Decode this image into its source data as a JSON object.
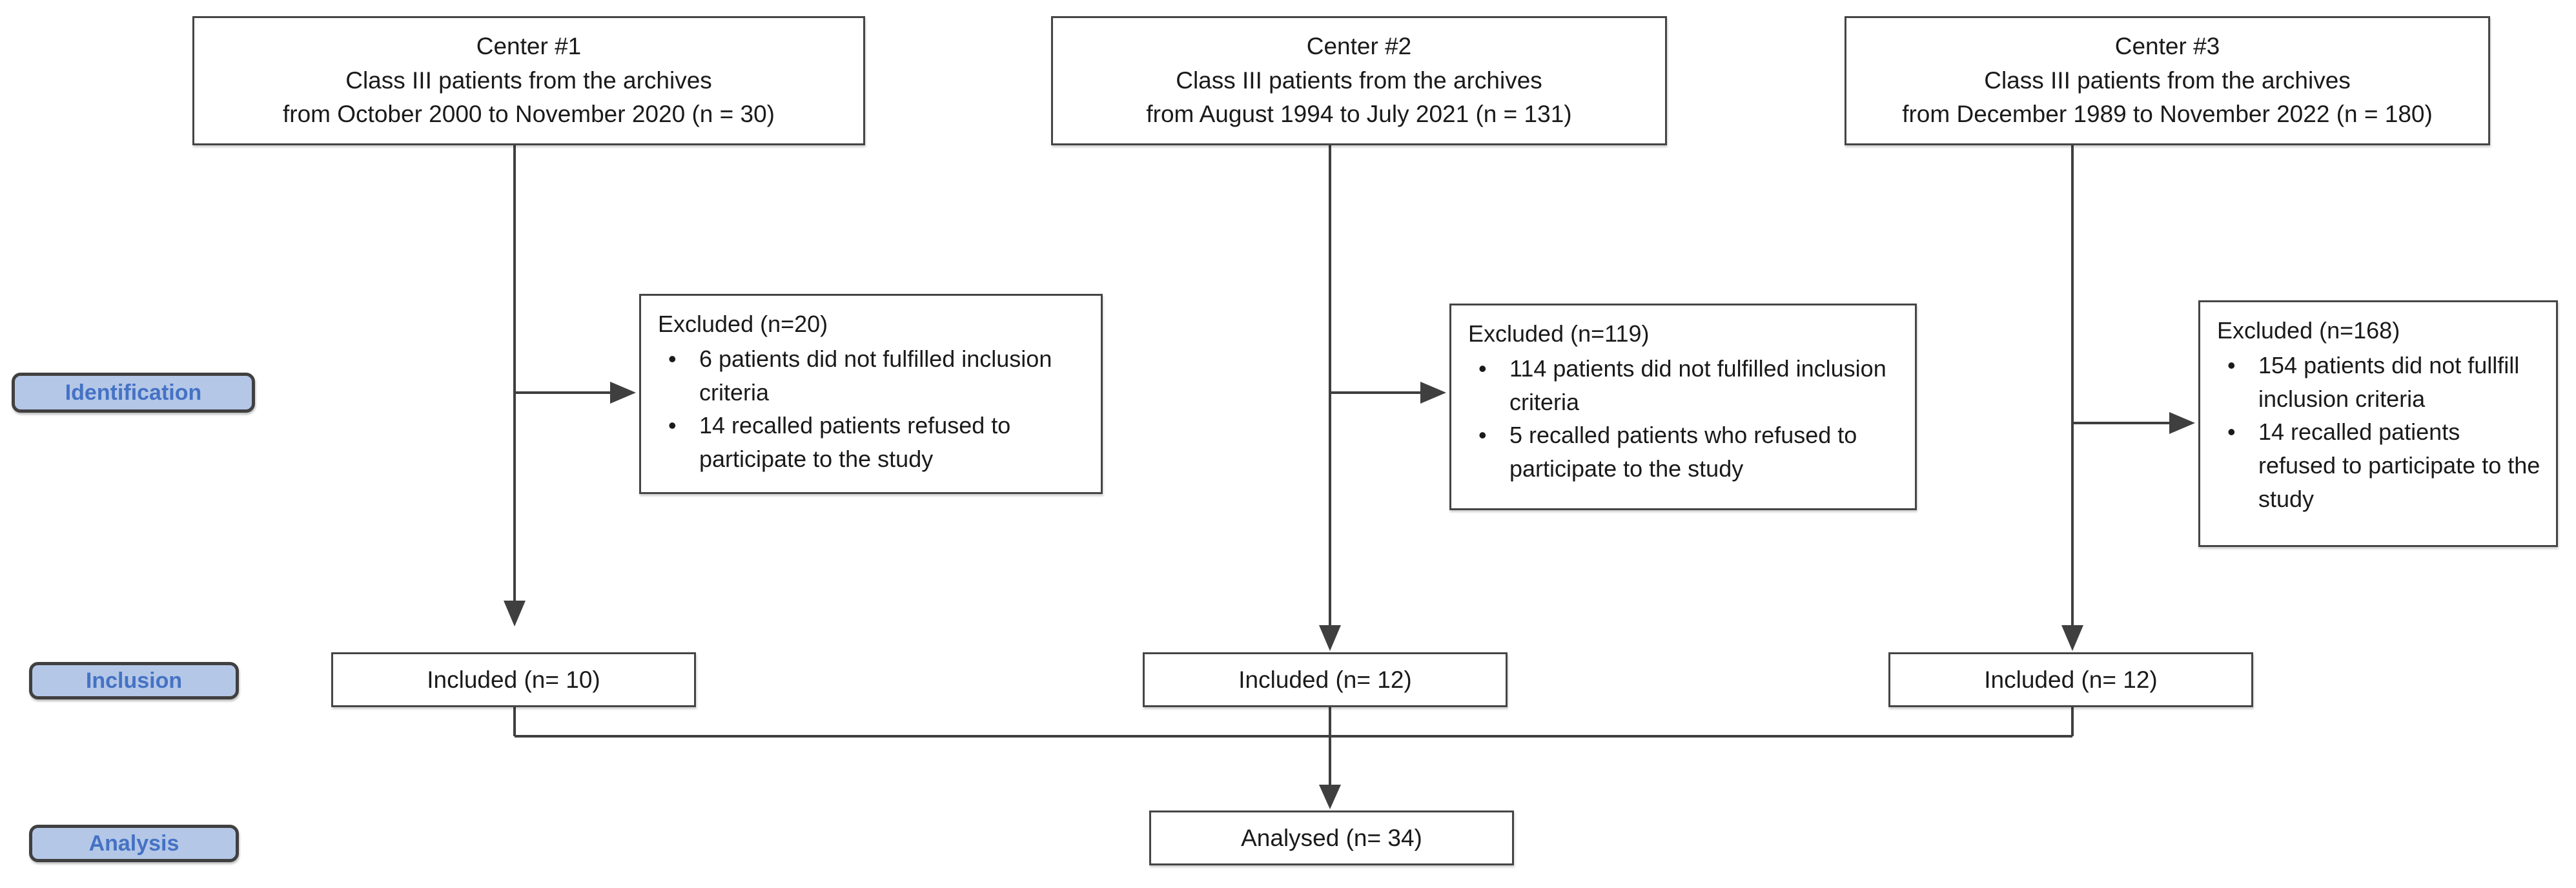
{
  "colors": {
    "stage_fill": "#b4c7e7",
    "stage_text": "#4472c4",
    "stage_border": "#404040",
    "box_border": "#454545",
    "line": "#3f3f3f",
    "text": "#1a1a1a"
  },
  "stages": [
    {
      "label": "Identification"
    },
    {
      "label": "Inclusion"
    },
    {
      "label": "Analysis"
    }
  ],
  "centers": [
    {
      "title": "Center #1",
      "line2": "Class III patients from the archives",
      "line3": "from October 2000 to November 2020 (n = 30)",
      "excluded": {
        "title": "Excluded (n=20)",
        "bullets": [
          "6 patients did not fulfilled inclusion criteria",
          "14 recalled patients refused to participate to the study"
        ]
      },
      "included": "Included (n= 10)"
    },
    {
      "title": "Center #2",
      "line2": "Class III patients from the archives",
      "line3": "from August 1994 to July 2021 (n = 131)",
      "excluded": {
        "title": "Excluded (n=119)",
        "bullets": [
          "114 patients did not fulfilled inclusion criteria",
          "5 recalled patients who refused to participate to the study"
        ]
      },
      "included": "Included (n= 12)"
    },
    {
      "title": "Center #3",
      "line2": "Class III patients from the archives",
      "line3": "from December 1989 to November 2022 (n = 180)",
      "excluded": {
        "title": "Excluded (n=168)",
        "bullets": [
          "154 patients did not fullfill inclusion criteria",
          "14 recalled patients refused to participate to the study"
        ]
      },
      "included": "Included (n= 12)"
    }
  ],
  "analysed": "Analysed (n= 34)"
}
